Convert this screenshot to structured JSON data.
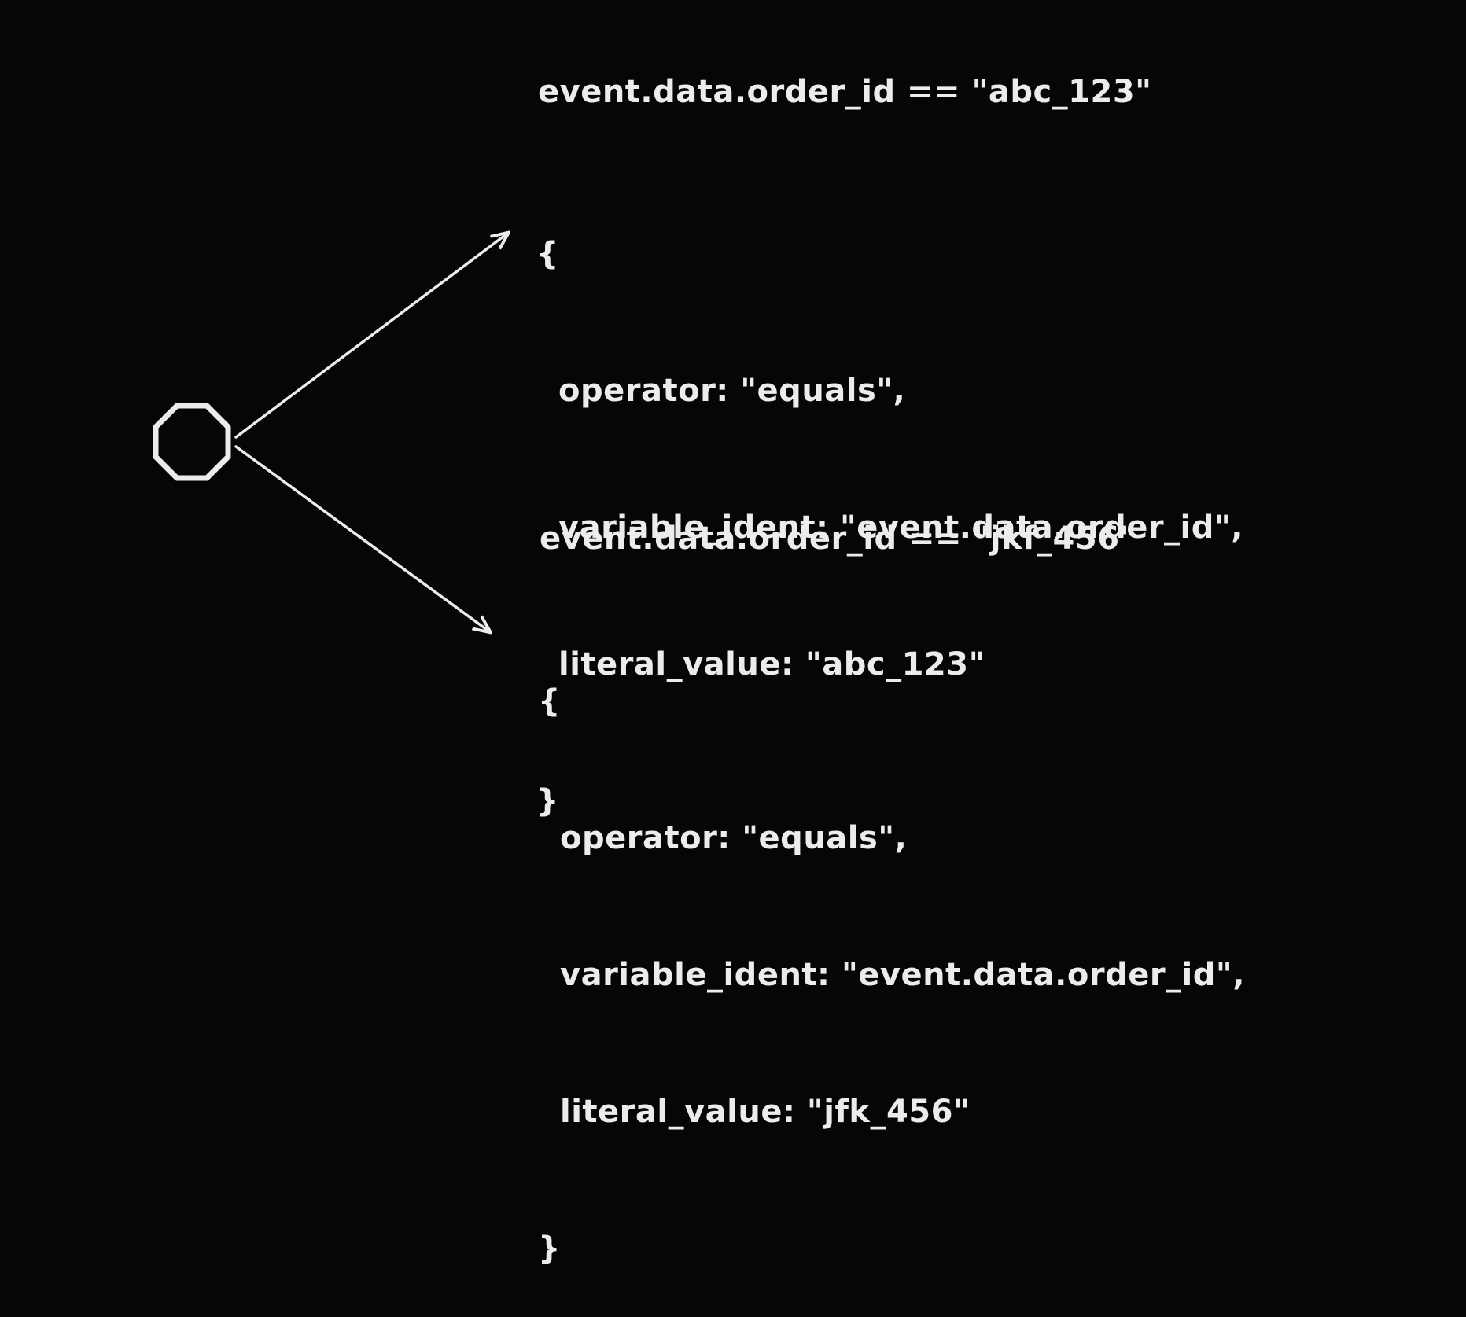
{
  "colors": {
    "background": "#060606",
    "foreground": "#ececec"
  },
  "nodes": {
    "source": {
      "shape": "octagon-icon"
    }
  },
  "branches": [
    {
      "expression": "event.data.order_id == \"abc_123\"",
      "open_brace": "{",
      "lines": [
        "operator: \"equals\",",
        "variable_ident: \"event.data.order_id\",",
        "literal_value: \"abc_123\""
      ],
      "close_brace": "}"
    },
    {
      "expression": "event.data.order_id == \"jkf_456\"",
      "open_brace": "{",
      "lines": [
        "operator: \"equals\",",
        "variable_ident: \"event.data.order_id\",",
        "literal_value: \"jfk_456\""
      ],
      "close_brace": "}"
    }
  ]
}
